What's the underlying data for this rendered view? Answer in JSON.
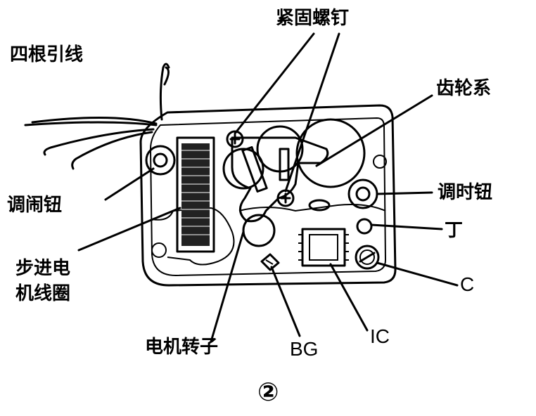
{
  "labels": {
    "four_leads": "四根引线",
    "fixing_screws": "紧固螺钉",
    "gear_train": "齿轮系",
    "alarm_knob": "调闹钮",
    "time_knob": "调时钮",
    "ding": "丁",
    "c": "C",
    "stepper_coil_line1": "步进电",
    "stepper_coil_line2": "机线圈",
    "motor_rotor": "电机转子",
    "bg": "BG",
    "ic": "IC",
    "figure_number": "②"
  }
}
